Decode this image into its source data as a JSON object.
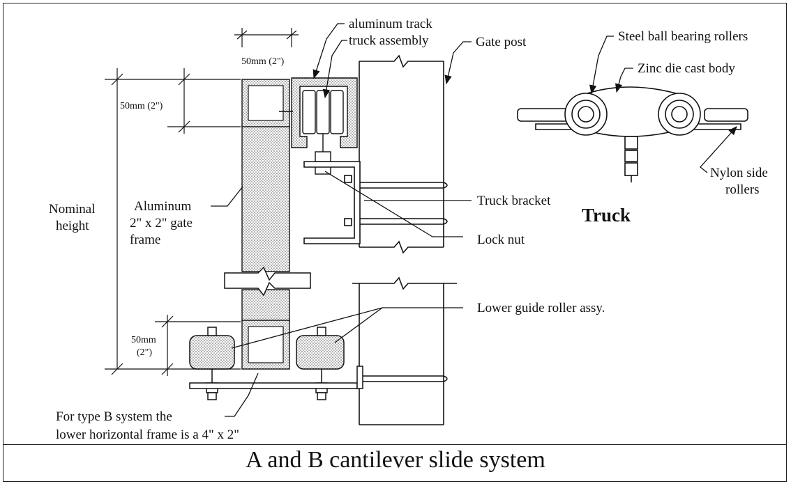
{
  "caption": "A and B cantilever slide system",
  "labels": {
    "track_assembly_1": "aluminum track",
    "track_assembly_2": "truck assembly",
    "gate_post": "Gate post",
    "dim_top": "50mm  (2\")",
    "dim_left_top": "50mm  (2\")",
    "nominal_1": "Nominal",
    "nominal_2": "height",
    "frame_1": "Aluminum",
    "frame_2": "2\" x 2\" gate",
    "frame_3": "frame",
    "truck_bracket": "Truck bracket",
    "lock_nut": "Lock nut",
    "lower_guide": "Lower guide roller assy.",
    "dim_bottom_1": "50mm",
    "dim_bottom_2": "(2\")",
    "typeb_1": "For type B system the",
    "typeb_2": "lower horizontal frame is a 4\" x 2\"",
    "steel_rollers": "Steel ball bearing rollers",
    "zinc_body": "Zinc die cast body",
    "nylon_1": "Nylon side",
    "nylon_2": "rollers",
    "truck_title": "Truck"
  }
}
